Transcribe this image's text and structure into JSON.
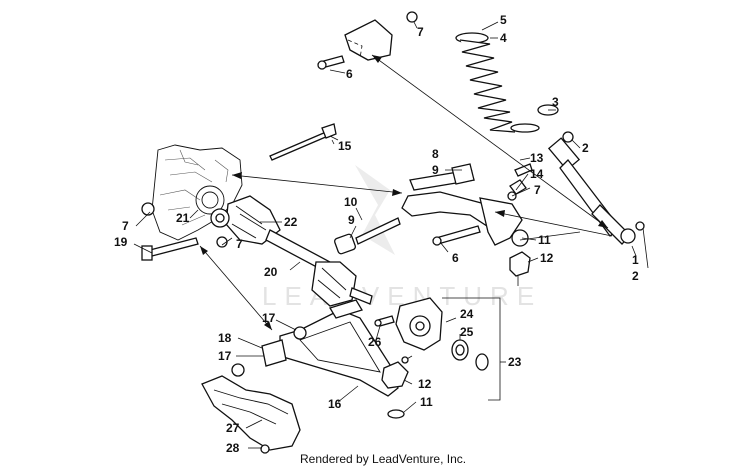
{
  "diagram": {
    "watermark": "LEADVENTURE",
    "footer": "Rendered by LeadVenture, Inc.",
    "callouts": [
      {
        "id": "c7a",
        "text": "7"
      },
      {
        "id": "c6a",
        "text": "6"
      },
      {
        "id": "c5",
        "text": "5"
      },
      {
        "id": "c4",
        "text": "4"
      },
      {
        "id": "c3",
        "text": "3"
      },
      {
        "id": "c2a",
        "text": "2"
      },
      {
        "id": "c15",
        "text": "15"
      },
      {
        "id": "c8",
        "text": "8"
      },
      {
        "id": "c9a",
        "text": "9"
      },
      {
        "id": "c13",
        "text": "13"
      },
      {
        "id": "c14",
        "text": "14"
      },
      {
        "id": "c7b",
        "text": "7"
      },
      {
        "id": "c10",
        "text": "10"
      },
      {
        "id": "c9b",
        "text": "9"
      },
      {
        "id": "c11a",
        "text": "11"
      },
      {
        "id": "c12a",
        "text": "12"
      },
      {
        "id": "c6b",
        "text": "6"
      },
      {
        "id": "c1",
        "text": "1"
      },
      {
        "id": "c2b",
        "text": "2"
      },
      {
        "id": "c7c",
        "text": "7"
      },
      {
        "id": "c21",
        "text": "21"
      },
      {
        "id": "c22",
        "text": "22"
      },
      {
        "id": "c19",
        "text": "19"
      },
      {
        "id": "c7d",
        "text": "7"
      },
      {
        "id": "c20",
        "text": "20"
      },
      {
        "id": "c17a",
        "text": "17"
      },
      {
        "id": "c18",
        "text": "18"
      },
      {
        "id": "c17b",
        "text": "17"
      },
      {
        "id": "c26",
        "text": "26"
      },
      {
        "id": "c24",
        "text": "24"
      },
      {
        "id": "c25",
        "text": "25"
      },
      {
        "id": "c23",
        "text": "23"
      },
      {
        "id": "c12b",
        "text": "12"
      },
      {
        "id": "c16",
        "text": "16"
      },
      {
        "id": "c11b",
        "text": "11"
      },
      {
        "id": "c27",
        "text": "27"
      },
      {
        "id": "c28",
        "text": "28"
      }
    ]
  }
}
